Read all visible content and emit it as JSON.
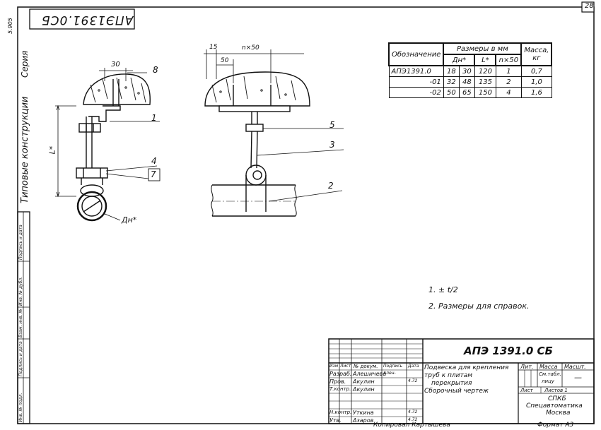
{
  "sheet": {
    "page_number": "28",
    "top_left_stamp": "АПЭ1391.0СБ",
    "series_label": "Серия",
    "series_number": "5.905",
    "album_title": "Типовые конструкции",
    "side_stamp_labels": [
      "Инв. № подл.",
      "Подпись и дата",
      "Взам. инв. №",
      "Инв. № дубл.",
      "Подпись и дата"
    ],
    "copied_by": "Копировал Картышева",
    "format": "Формат А3"
  },
  "drawing": {
    "dim_30": "30",
    "dim_15": "15",
    "dim_50": "50",
    "dim_nx50": "n×50",
    "dim_L": "L*",
    "dim_Dn": "Дн*",
    "callouts": [
      "8",
      "1",
      "4",
      "7",
      "5",
      "3",
      "2"
    ]
  },
  "spec_table": {
    "header_group": "Размеры в мм",
    "col_designation": "Обозначение",
    "col_dn": "Дн*",
    "col_l": "L*",
    "col_nx50": "n×50",
    "col_mass": "Масса, кг",
    "rows": [
      {
        "designation": "АПЭ1391.0",
        "dn1": "18",
        "dn2": "30",
        "l": "120",
        "n": "1",
        "mass": "0,7"
      },
      {
        "designation": "-01",
        "dn1": "32",
        "dn2": "48",
        "l": "135",
        "n": "2",
        "mass": "1,0"
      },
      {
        "designation": "-02",
        "dn1": "50",
        "dn2": "65",
        "l": "150",
        "n": "4",
        "mass": "1,6"
      }
    ]
  },
  "notes": {
    "note1": "1. ± t/2",
    "note2": "2. Размеры для справок."
  },
  "title_block": {
    "doc_number": "АПЭ 1391.0 СБ",
    "title_line1": "Подвеска для крепления",
    "title_line2": "труб к плитам",
    "title_line3": "перекрытия",
    "title_line4": "Сборочный чертеж",
    "hdr_izm": "Изм",
    "hdr_list": "Лист",
    "hdr_ndok": "№ докум.",
    "hdr_podp": "Подпись",
    "hdr_data": "Дата",
    "roles": [
      {
        "role": "Разраб.",
        "name": "Алешичева",
        "sign": "Ален-",
        "date": ""
      },
      {
        "role": "Пров.",
        "name": "Акулин",
        "sign": "",
        "date": "4.72"
      },
      {
        "role": "Т.контр.",
        "name": "Акулин",
        "sign": "",
        "date": ""
      },
      {
        "role": "Н.контр.",
        "name": "Уткина",
        "sign": "",
        "date": "4.72"
      },
      {
        "role": "Утв.",
        "name": "Азаров",
        "sign": "",
        "date": "4.72"
      }
    ],
    "lit_label": "Лит.",
    "mass_label": "Масса",
    "scale_label": "Масшт.",
    "mass_value": "См.табл.",
    "mass_value2": "лицу",
    "scale_value": "—",
    "sheet_label": "Лист",
    "sheets_label": "Листов 1",
    "org_line1": "СПКБ",
    "org_line2": "Спецавтоматика",
    "org_line3": "Москва"
  }
}
